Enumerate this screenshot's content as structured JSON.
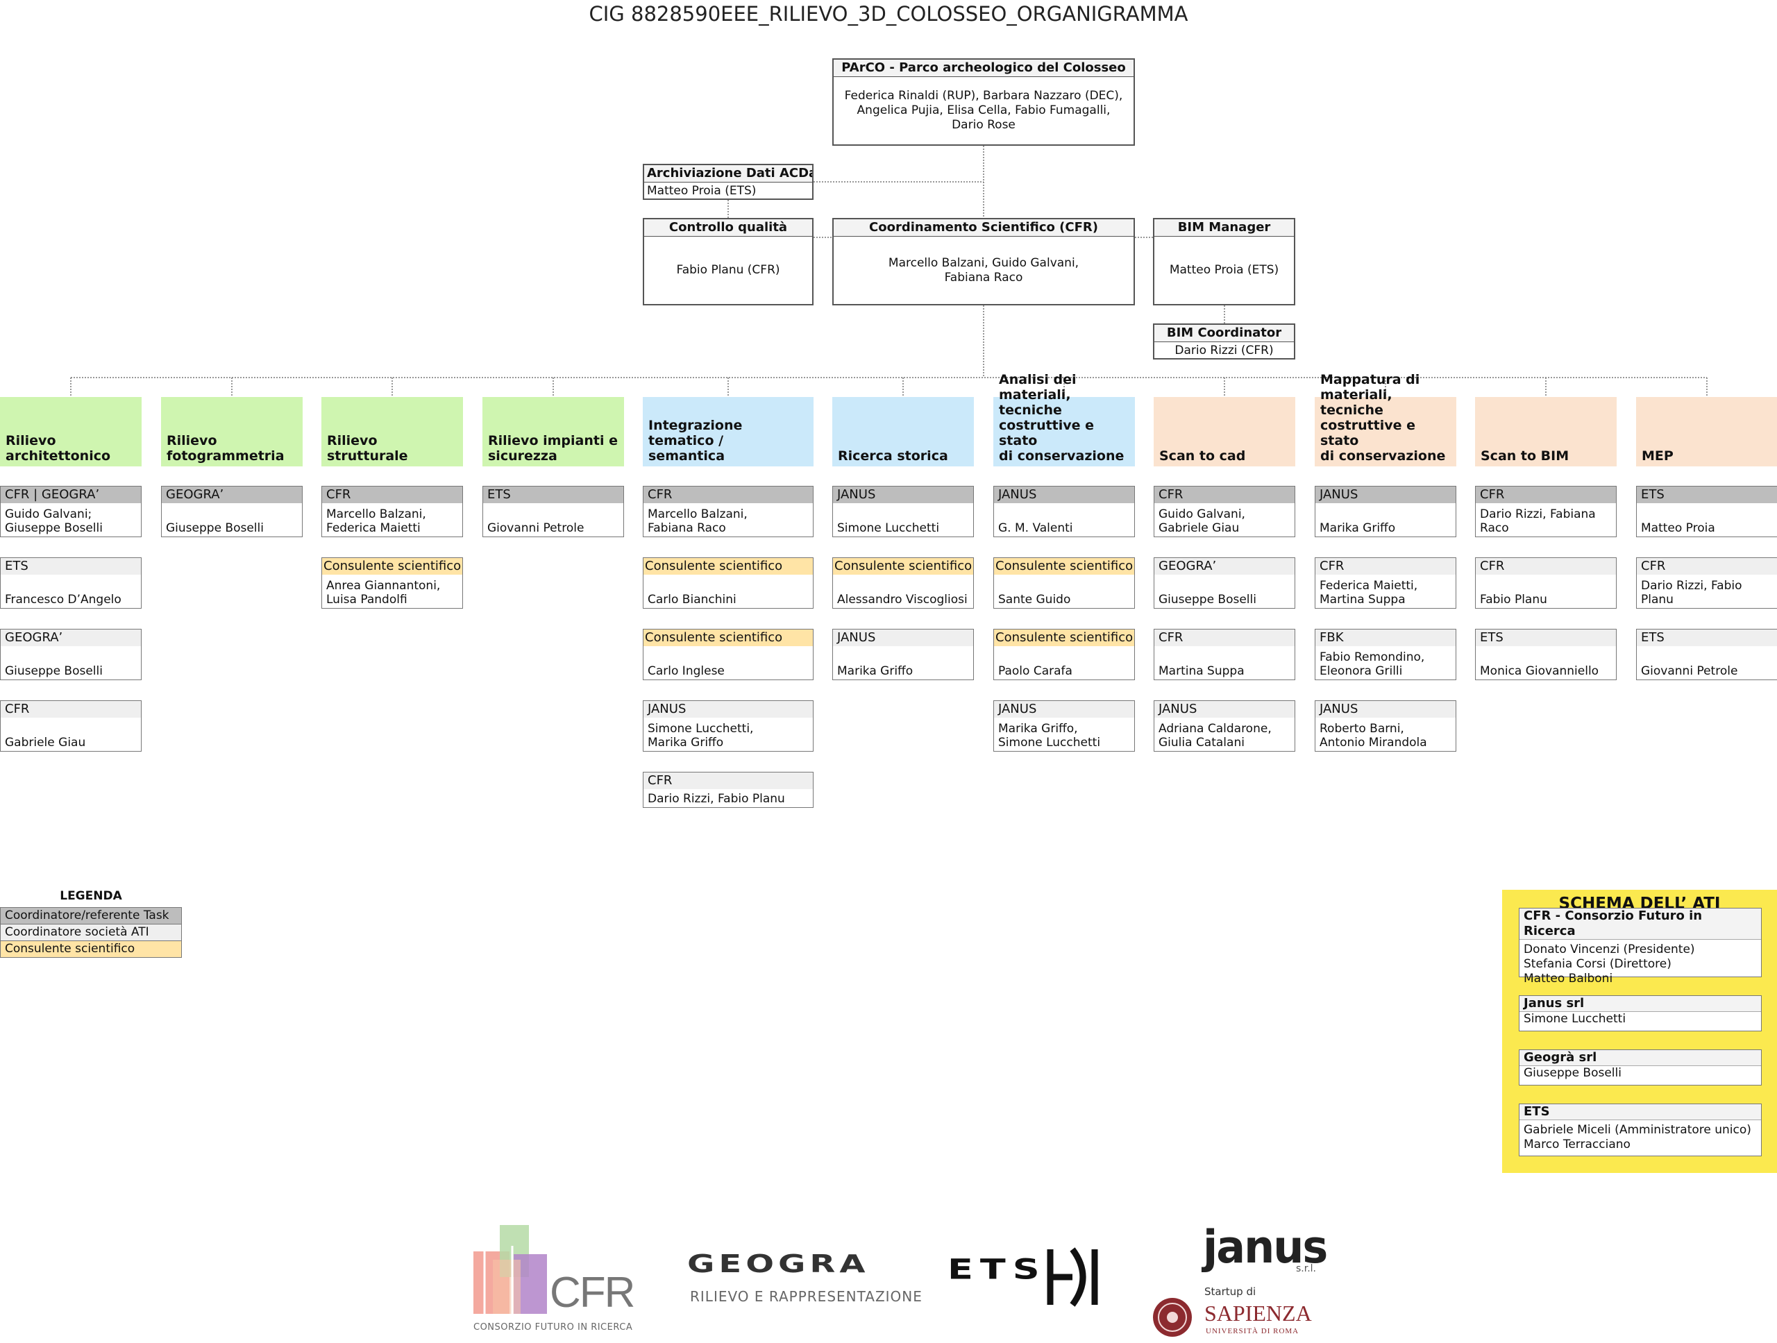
{
  "title": "CIG 8828590EEE_RILIEVO_3D_COLOSSEO_ORGANIGRAMMA",
  "top": {
    "head": "PArCO - Parco archeologico del Colosseo",
    "body": "Federica Rinaldi (RUP), Barbara Nazzaro (DEC),\nAngelica Pujia, Elisa Cella, Fabio Fumagalli,\nDario Rose"
  },
  "archiviazione": {
    "head": "Archiviazione Dati ACDat",
    "body": "Matteo Proia (ETS)"
  },
  "controllo": {
    "head": "Controllo qualità",
    "body": "Fabio Planu (CFR)"
  },
  "coordinamento": {
    "head": "Coordinamento Scientifico (CFR)",
    "body": "Marcello Balzani, Guido Galvani,\nFabiana Raco"
  },
  "bim_manager": {
    "head": "BIM Manager",
    "body": "Matteo Proia (ETS)"
  },
  "bim_coordinator": {
    "head": "BIM Coordinator",
    "body": "Dario Rizzi (CFR)"
  },
  "tasks": [
    {
      "label": "Rilievo\narchitettonico",
      "color": "green",
      "members": [
        {
          "org": "CFR | GEOGRA’",
          "role": "coord",
          "names": "Guido Galvani;\nGiuseppe Boselli"
        },
        {
          "org": "ETS",
          "role": "ati",
          "names": "Francesco D’Angelo"
        },
        {
          "org": "GEOGRA’",
          "role": "ati",
          "names": "Giuseppe Boselli"
        },
        {
          "org": "CFR",
          "role": "ati",
          "names": "Gabriele Giau"
        }
      ]
    },
    {
      "label": "Rilievo\nfotogrammetria",
      "color": "green",
      "members": [
        {
          "org": "GEOGRA’",
          "role": "coord",
          "names": "Giuseppe Boselli"
        }
      ]
    },
    {
      "label": "Rilievo strutturale",
      "color": "green",
      "members": [
        {
          "org": "CFR",
          "role": "coord",
          "names": "Marcello Balzani,\nFederica Maietti"
        },
        {
          "org": "Consulente scientifico",
          "role": "cons",
          "names": "Anrea Giannantoni,\nLuisa Pandolfi"
        }
      ]
    },
    {
      "label": "Rilievo impianti e\nsicurezza",
      "color": "green",
      "members": [
        {
          "org": "ETS",
          "role": "coord",
          "names": "Giovanni Petrole"
        }
      ]
    },
    {
      "label": "Integrazione tematico /\nsemantica",
      "color": "blue",
      "members": [
        {
          "org": "CFR",
          "role": "coord",
          "names": "Marcello Balzani,\nFabiana Raco"
        },
        {
          "org": "Consulente scientifico",
          "role": "cons",
          "names": "Carlo Bianchini"
        },
        {
          "org": "Consulente scientifico",
          "role": "cons",
          "names": "Carlo Inglese"
        },
        {
          "org": "JANUS",
          "role": "ati",
          "names": "Simone Lucchetti,\nMarika Griffo"
        },
        {
          "org": "CFR",
          "role": "ati",
          "names": "Dario Rizzi, Fabio Planu"
        }
      ]
    },
    {
      "label": "Ricerca storica",
      "color": "blue",
      "members": [
        {
          "org": "JANUS",
          "role": "coord",
          "names": "Simone Lucchetti"
        },
        {
          "org": "Consulente scientifico",
          "role": "cons",
          "names": "Alessandro Viscogliosi"
        },
        {
          "org": "JANUS",
          "role": "ati",
          "names": "Marika Griffo"
        }
      ]
    },
    {
      "label": "Analisi dei\nmateriali, tecniche\ncostruttive e stato\ndi conservazione",
      "color": "blue",
      "members": [
        {
          "org": "JANUS",
          "role": "coord",
          "names": "G. M. Valenti"
        },
        {
          "org": "Consulente scientifico",
          "role": "cons",
          "names": "Sante Guido"
        },
        {
          "org": "Consulente scientifico",
          "role": "cons",
          "names": "Paolo Carafa"
        },
        {
          "org": "JANUS",
          "role": "ati",
          "names": "Marika Griffo,\nSimone Lucchetti"
        }
      ]
    },
    {
      "label": "Scan to cad",
      "color": "orange",
      "members": [
        {
          "org": "CFR",
          "role": "coord",
          "names": "Guido Galvani,\nGabriele Giau"
        },
        {
          "org": "GEOGRA’",
          "role": "ati",
          "names": "Giuseppe Boselli"
        },
        {
          "org": "CFR",
          "role": "ati",
          "names": "Martina Suppa"
        },
        {
          "org": "JANUS",
          "role": "ati",
          "names": "Adriana Caldarone,\nGiulia Catalani"
        }
      ]
    },
    {
      "label": "Mappatura di\nmateriali, tecniche\ncostruttive e stato\ndi conservazione",
      "color": "orange",
      "members": [
        {
          "org": "JANUS",
          "role": "coord",
          "names": "Marika Griffo"
        },
        {
          "org": "CFR",
          "role": "ati",
          "names": "Federica Maietti,\nMartina Suppa"
        },
        {
          "org": "FBK",
          "role": "ati",
          "names": "Fabio Remondino,\nEleonora Grilli"
        },
        {
          "org": "JANUS",
          "role": "ati",
          "names": "Roberto Barni,\nAntonio Mirandola"
        }
      ]
    },
    {
      "label": "Scan to BIM",
      "color": "orange",
      "members": [
        {
          "org": "CFR",
          "role": "coord",
          "names": "Dario Rizzi, Fabiana\nRaco"
        },
        {
          "org": "CFR",
          "role": "ati",
          "names": "Fabio Planu"
        },
        {
          "org": "ETS",
          "role": "ati",
          "names": "Monica Giovanniello"
        }
      ]
    },
    {
      "label": "MEP",
      "color": "orange",
      "members": [
        {
          "org": "ETS",
          "role": "coord",
          "names": "Matteo Proia"
        },
        {
          "org": "CFR",
          "role": "ati",
          "names": "Dario Rizzi, Fabio\nPlanu"
        },
        {
          "org": "ETS",
          "role": "ati",
          "names": "Giovanni Petrole"
        }
      ]
    }
  ],
  "legend": {
    "title": "LEGENDA",
    "items": [
      {
        "label": "Coordinatore/referente Task",
        "color": "#bdbdbd"
      },
      {
        "label": "Coordinatore società ATI",
        "color": "#efefef"
      },
      {
        "label": "Consulente scientifico",
        "color": "#ffe4a6"
      }
    ]
  },
  "ati": {
    "title": "SCHEMA DELL’ ATI",
    "boxes": [
      {
        "head": "CFR - Consorzio Futuro in Ricerca",
        "body": "Donato Vincenzi (Presidente)\nStefania Corsi (Direttore)\nMatteo Balboni"
      },
      {
        "head": "Janus srl",
        "body": "Simone Lucchetti"
      },
      {
        "head": "Geogrà srl",
        "body": "Giuseppe Boselli"
      },
      {
        "head": "ETS",
        "body": "Gabriele Miceli (Amministratore unico)\nMarco Terracciano"
      }
    ]
  },
  "logos": {
    "cfr": {
      "mark": "CFR",
      "sub": "CONSORZIO FUTURO IN RICERCA"
    },
    "geogra": {
      "mark": "GEOGRA",
      "sub": "RILIEVO E RAPPRESENTAZIONE"
    },
    "ets": {
      "mark": "ETS"
    },
    "janus": {
      "mark": "janus",
      "suffix": "s.r.l.",
      "startup": "Startup di",
      "sapienza": "SAPIENZA",
      "sapienza_sub": "UNIVERSITÀ DI ROMA"
    }
  },
  "colors": {
    "green": "#cff5b0",
    "blue": "#cbe9fa",
    "orange": "#fbe3cf",
    "ati_bg": "#fbe94f",
    "consulente": "#ffe4a6",
    "coordinatore": "#bdbdbd"
  }
}
